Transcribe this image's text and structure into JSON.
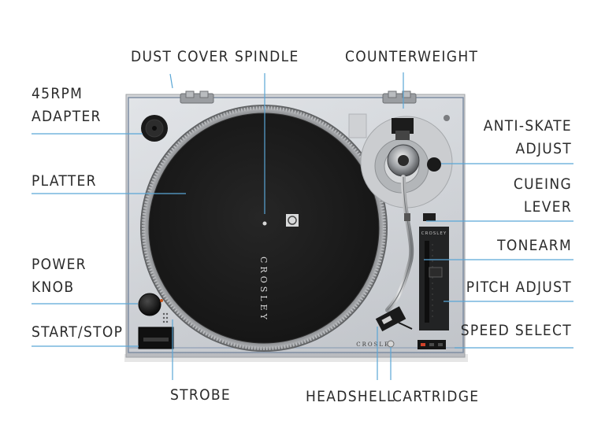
{
  "labels": {
    "dust_cover": "DUST COVER",
    "spindle": "SPINDLE",
    "counterweight": "COUNTERWEIGHT",
    "adapter_45rpm": [
      "45RPM",
      "ADAPTER"
    ],
    "anti_skate_adjust": [
      "ANTI-SKATE",
      "ADJUST"
    ],
    "platter": "PLATTER",
    "cueing_lever": [
      "CUEING",
      "LEVER"
    ],
    "tonearm": "TONEARM",
    "power_knob": [
      "POWER",
      "KNOB"
    ],
    "pitch_adjust": "PITCH ADJUST",
    "start_stop": "START/STOP",
    "speed_select": "SPEED SELECT",
    "strobe": "STROBE",
    "headshell": "HEADSHELL",
    "cartridge": "CARTRIDGE"
  },
  "brand": {
    "platter_text": "CROSLEY",
    "plinth_text": "CROSLEY",
    "pitch_text": "CROSLEY"
  },
  "colors": {
    "leader_line": "#5aa6d6",
    "label_text": "#2b2b2b",
    "plinth": "#c7c9cc",
    "platter_mat": "#1c1c1c"
  }
}
